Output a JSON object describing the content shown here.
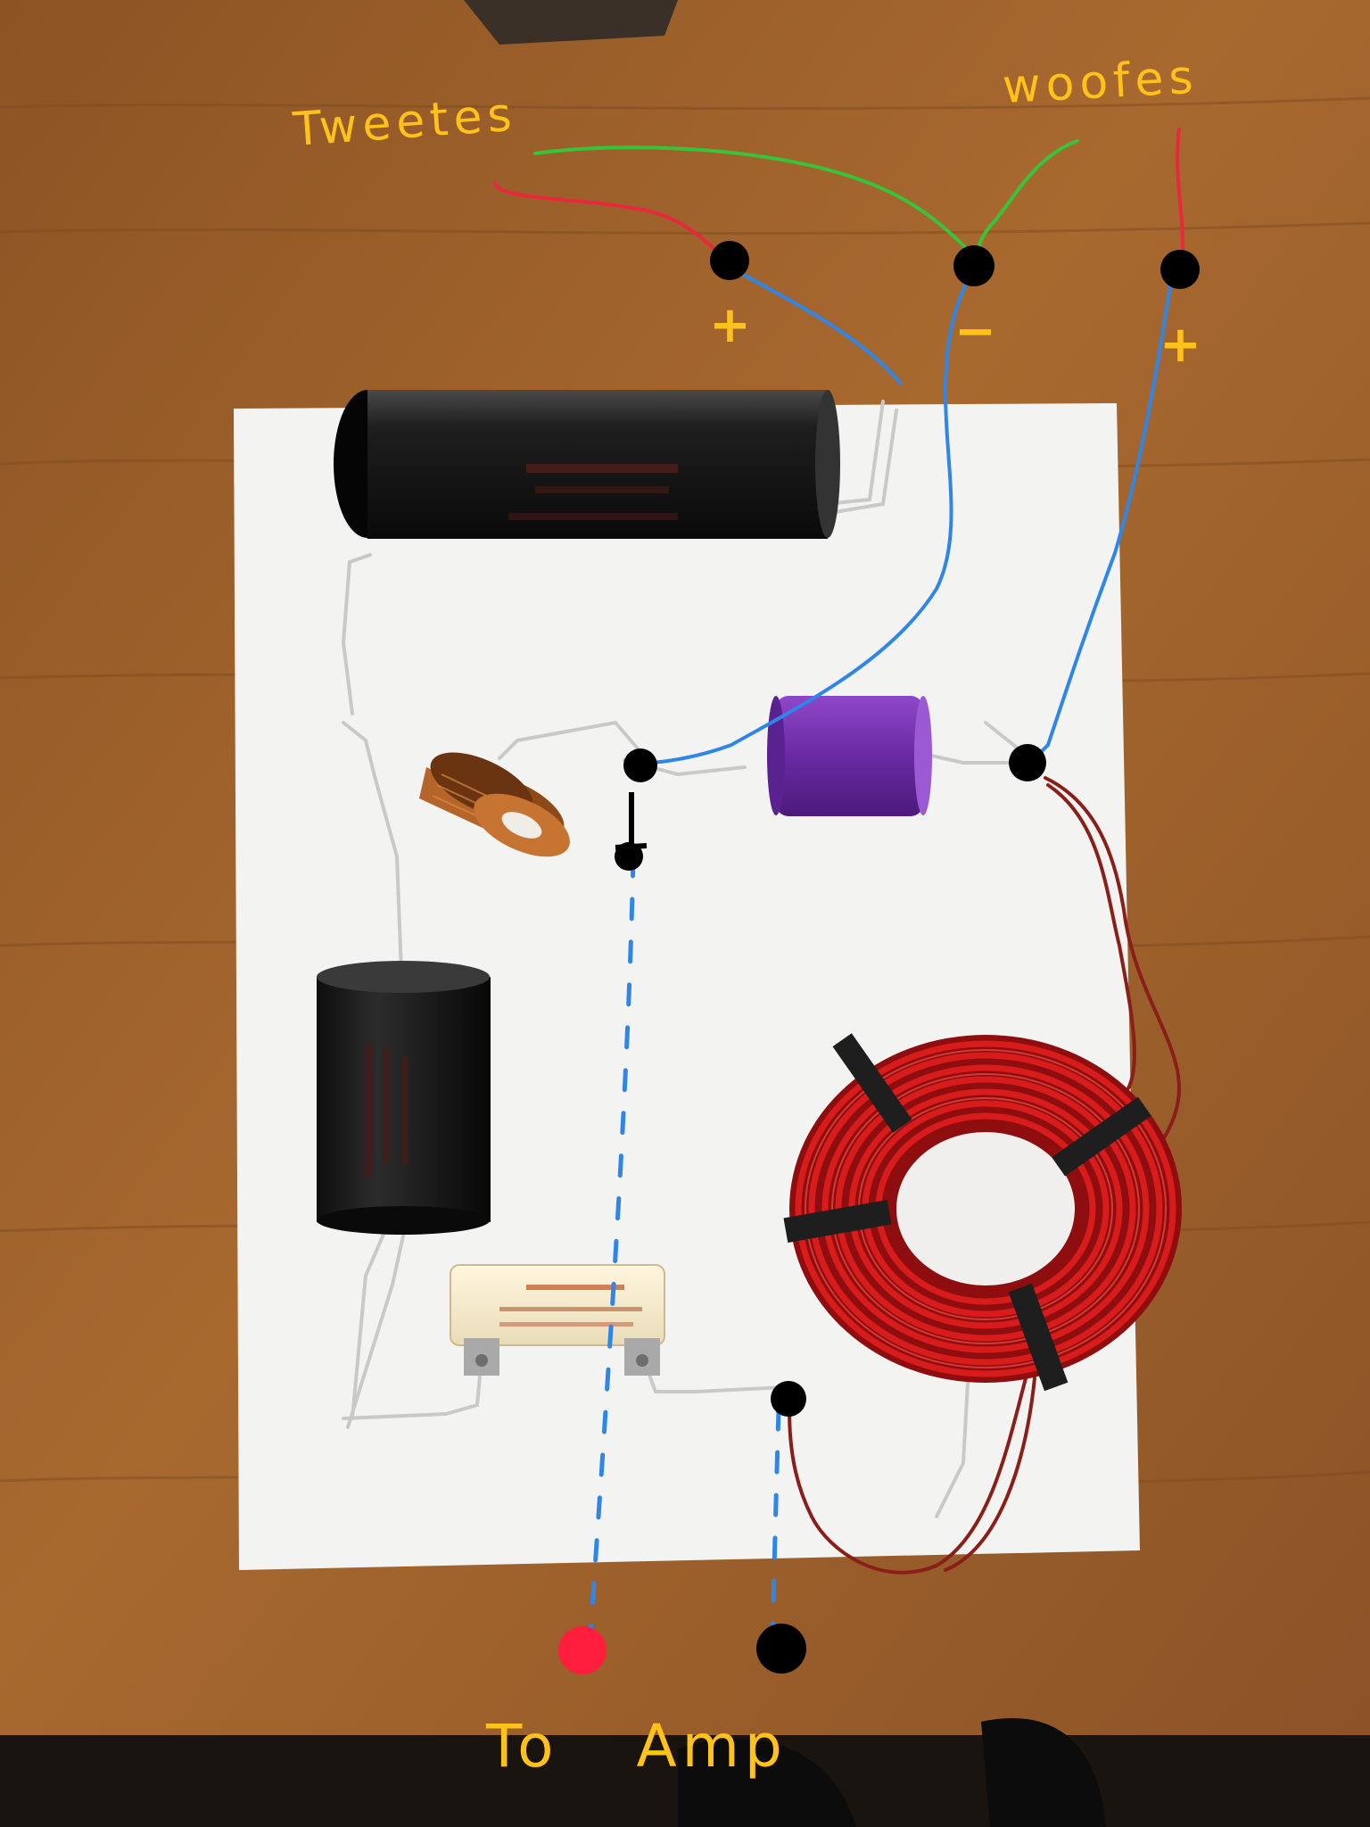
{
  "annotations": {
    "tweeter_label": "Tweetes",
    "woofer_label": "woofes",
    "tweeter_plus": "+",
    "woofer_minus": "−",
    "woofer_plus": "+",
    "amp_label": "To Amp"
  },
  "colors": {
    "annotation_text": "#ffc21a",
    "wire_blue": "#2e86e8",
    "wire_red": "#e8283c",
    "wire_green": "#37c43a",
    "junction": "#000000",
    "amp_positive_terminal": "#ff1f3d",
    "table_wood": "#9a6130",
    "paper": "#f3f3f1"
  },
  "components": [
    {
      "name": "large black film capacitor"
    },
    {
      "name": "purple capacitor"
    },
    {
      "name": "small copper inductor"
    },
    {
      "name": "black capacitor"
    },
    {
      "name": "ceramic power resistor"
    },
    {
      "name": "red air-core inductor"
    }
  ]
}
